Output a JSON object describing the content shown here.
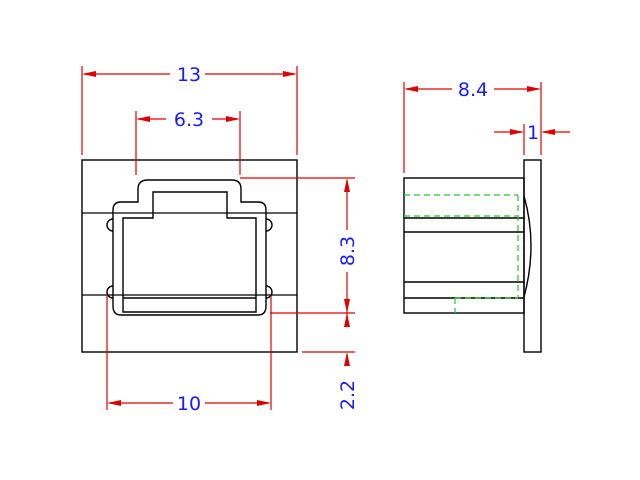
{
  "colors": {
    "outline": "#000000",
    "dimension": "#e00000",
    "dimension_text": "#1a1aff",
    "hidden_line": "#22cc22"
  },
  "front_view": {
    "dim_overall_width": "13",
    "dim_jack_opening_width": "6.3",
    "dim_opening_height": "8.3",
    "dim_bottom_offset": "2.2",
    "dim_pin_span": "10"
  },
  "side_view": {
    "dim_depth": "8.4",
    "dim_flange_thickness": "1"
  }
}
